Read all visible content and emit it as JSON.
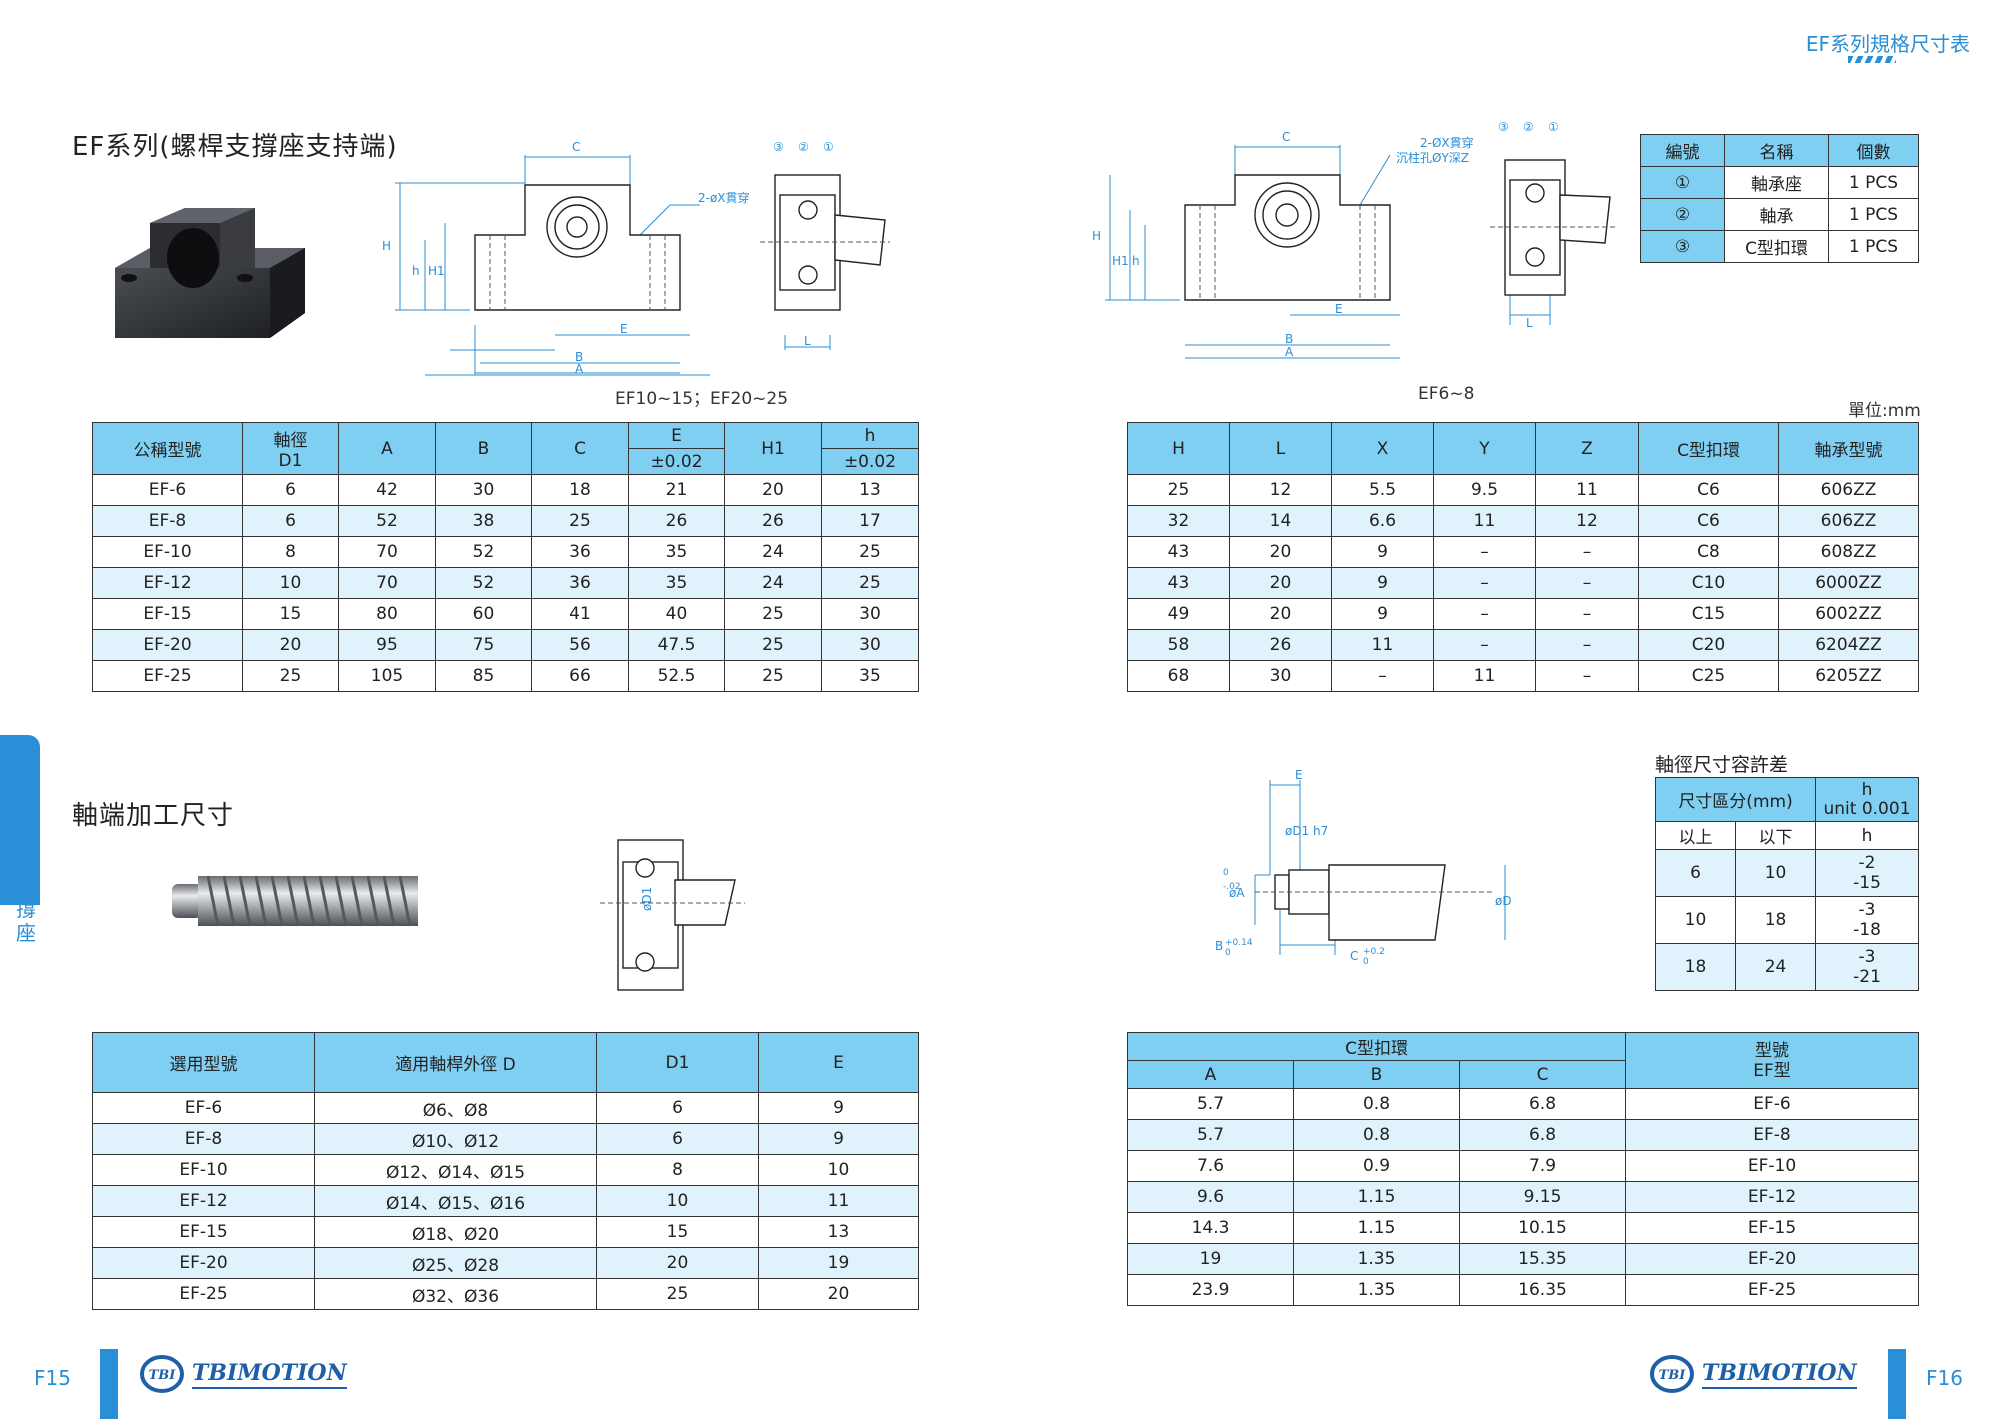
{
  "header": {
    "title": "EF系列規格尺寸表"
  },
  "sections": {
    "ef_series_title": "EF系列(螺桿支撐座支持端)",
    "shaft_end_title": "軸端加工尺寸"
  },
  "side_tab": {
    "label": "螺桿支撐座"
  },
  "diagram_captions": {
    "ef10_25": "EF10~15；EF20~25",
    "ef6_8": "EF6~8",
    "unit": "單位:mm"
  },
  "drawing_labels": {
    "C": "C",
    "A": "A",
    "B": "B",
    "E": "E",
    "H": "H",
    "H1": "H1",
    "h": "h",
    "L": "L",
    "D1": "øD1",
    "hole_left": "2-øX貫穿",
    "hole_right_1": "2-ØX貫穿",
    "hole_right_2": "沉柱孔ØY深Z",
    "n1": "①",
    "n2": "②",
    "n3": "③",
    "shaft_D1": "øD1 h7",
    "shaft_D": "øD",
    "shaft_A": "øA",
    "shaft_A_tol_top": "0",
    "shaft_A_tol_bottom": "-.02",
    "shaft_B": "B",
    "shaft_B_tol_top": "+0.14",
    "shaft_B_tol_bottom": "0",
    "shaft_C": "C",
    "shaft_C_tol_top": "+0.2",
    "shaft_C_tol_bottom": "0"
  },
  "colors": {
    "accent": "#2a8fd6",
    "header_fill": "#7fcff3",
    "alt_row": "#e0f3fc"
  },
  "parts_table": {
    "headers": [
      "編號",
      "名稱",
      "個數"
    ],
    "rows": [
      [
        "①",
        "軸承座",
        "1 PCS"
      ],
      [
        "②",
        "軸承",
        "1 PCS"
      ],
      [
        "③",
        "C型扣環",
        "1 PCS"
      ]
    ]
  },
  "spec_table_left": {
    "headers": {
      "model": "公稱型號",
      "d1_top": "軸徑",
      "d1_bottom": "D1",
      "A": "A",
      "B": "B",
      "C": "C",
      "E_top": "E",
      "E_bottom": "±0.02",
      "H1": "H1",
      "h_top": "h",
      "h_bottom": "±0.02"
    },
    "rows": [
      [
        "EF-6",
        "6",
        "42",
        "30",
        "18",
        "21",
        "20",
        "13"
      ],
      [
        "EF-8",
        "6",
        "52",
        "38",
        "25",
        "26",
        "26",
        "17"
      ],
      [
        "EF-10",
        "8",
        "70",
        "52",
        "36",
        "35",
        "24",
        "25"
      ],
      [
        "EF-12",
        "10",
        "70",
        "52",
        "36",
        "35",
        "24",
        "25"
      ],
      [
        "EF-15",
        "15",
        "80",
        "60",
        "41",
        "40",
        "25",
        "30"
      ],
      [
        "EF-20",
        "20",
        "95",
        "75",
        "56",
        "47.5",
        "25",
        "30"
      ],
      [
        "EF-25",
        "25",
        "105",
        "85",
        "66",
        "52.5",
        "25",
        "35"
      ]
    ]
  },
  "spec_table_right": {
    "headers": [
      "H",
      "L",
      "X",
      "Y",
      "Z",
      "C型扣環",
      "軸承型號"
    ],
    "rows": [
      [
        "25",
        "12",
        "5.5",
        "9.5",
        "11",
        "C6",
        "606ZZ"
      ],
      [
        "32",
        "14",
        "6.6",
        "11",
        "12",
        "C6",
        "606ZZ"
      ],
      [
        "43",
        "20",
        "9",
        "–",
        "–",
        "C8",
        "608ZZ"
      ],
      [
        "43",
        "20",
        "9",
        "–",
        "–",
        "C10",
        "6000ZZ"
      ],
      [
        "49",
        "20",
        "9",
        "–",
        "–",
        "C15",
        "6002ZZ"
      ],
      [
        "58",
        "26",
        "11",
        "–",
        "–",
        "C20",
        "6204ZZ"
      ],
      [
        "68",
        "30",
        "–",
        "11",
        "–",
        "C25",
        "6205ZZ"
      ]
    ]
  },
  "tolerance_table": {
    "title": "軸徑尺寸容許差",
    "headers": {
      "range": "尺寸區分(mm)",
      "h_top": "h",
      "h_bottom": "unit 0.001",
      "above": "以上",
      "below": "以下",
      "h": "h"
    },
    "rows": [
      [
        "6",
        "10",
        "-2",
        "-15"
      ],
      [
        "10",
        "18",
        "-3",
        "-18"
      ],
      [
        "18",
        "24",
        "-3",
        "-21"
      ]
    ]
  },
  "shaft_table_left": {
    "headers": [
      "選用型號",
      "適用軸桿外徑 D",
      "D1",
      "E"
    ],
    "rows": [
      [
        "EF-6",
        "Ø6、Ø8",
        "6",
        "9"
      ],
      [
        "EF-8",
        "Ø10、Ø12",
        "6",
        "9"
      ],
      [
        "EF-10",
        "Ø12、Ø14、Ø15",
        "8",
        "10"
      ],
      [
        "EF-12",
        "Ø14、Ø15、Ø16",
        "10",
        "11"
      ],
      [
        "EF-15",
        "Ø18、Ø20",
        "15",
        "13"
      ],
      [
        "EF-20",
        "Ø25、Ø28",
        "20",
        "19"
      ],
      [
        "EF-25",
        "Ø32、Ø36",
        "25",
        "20"
      ]
    ]
  },
  "shaft_table_right": {
    "headers": {
      "group": "C型扣環",
      "A": "A",
      "B": "B",
      "C": "C",
      "model_top": "型號",
      "model_bottom": "EF型"
    },
    "rows": [
      [
        "5.7",
        "0.8",
        "6.8",
        "EF-6"
      ],
      [
        "5.7",
        "0.8",
        "6.8",
        "EF-8"
      ],
      [
        "7.6",
        "0.9",
        "7.9",
        "EF-10"
      ],
      [
        "9.6",
        "1.15",
        "9.15",
        "EF-12"
      ],
      [
        "14.3",
        "1.15",
        "10.15",
        "EF-15"
      ],
      [
        "19",
        "1.35",
        "15.35",
        "EF-20"
      ],
      [
        "23.9",
        "1.35",
        "16.35",
        "EF-25"
      ]
    ]
  },
  "footer": {
    "left_page": "F15",
    "right_page": "F16",
    "brand": "TBIMOTION",
    "logo_mark": "TBI"
  }
}
